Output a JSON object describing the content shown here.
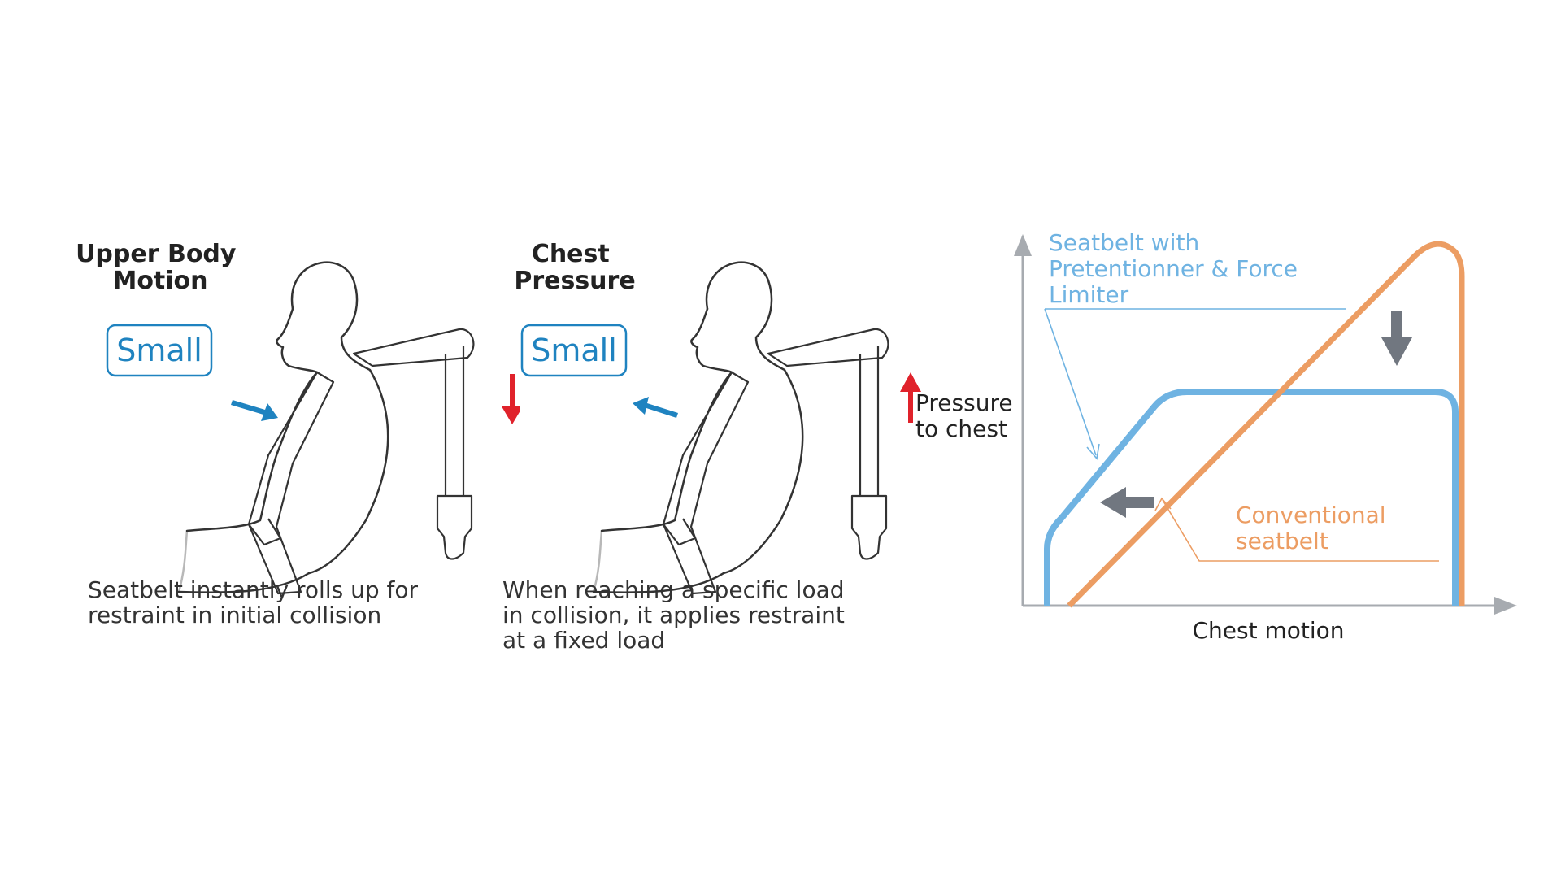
{
  "panels": [
    {
      "heading": [
        "Upper Body",
        "Motion"
      ],
      "badge": "Small",
      "caption": [
        "Seatbelt instantly rolls up for",
        "restraint in initial collision"
      ],
      "belt_arrow": "down-arrow-icon",
      "body_arrow": "right-arrow-icon"
    },
    {
      "heading": [
        "Chest",
        "Pressure"
      ],
      "badge": "Small",
      "caption": [
        "When reaching a specific load",
        "in collision, it applies restraint",
        "at a fixed load"
      ],
      "belt_arrow": "up-arrow-icon",
      "body_arrow": "left-arrow-icon"
    }
  ],
  "graph": {
    "y_label": [
      "Pressure",
      "to chest"
    ],
    "x_label": "Chest motion",
    "pretensioner_label": [
      "Seatbelt with",
      "Pretentionner & Force",
      "Limiter"
    ],
    "conventional_label": [
      "Conventional",
      "seatbelt"
    ],
    "colors": {
      "pretensioner": "#6fb3e2",
      "conventional": "#ec9d63",
      "axis": "#a7abb0",
      "move_arrow": "#717780",
      "belt_arrow": "#e0222b",
      "body_arrow": "#1f83c0"
    }
  }
}
